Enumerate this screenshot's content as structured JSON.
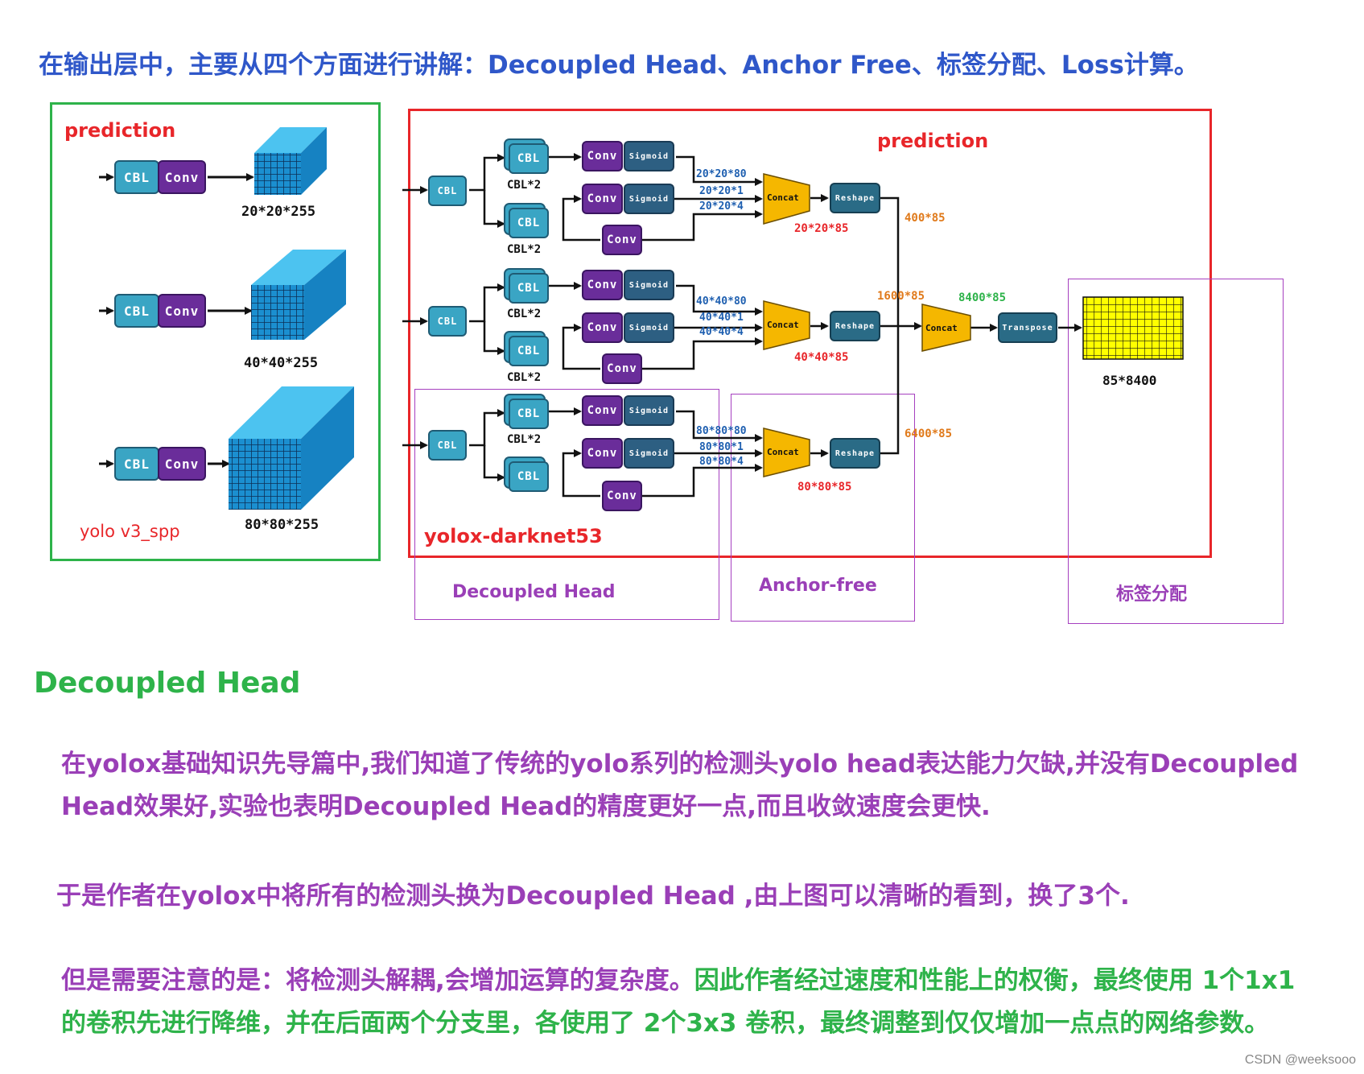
{
  "title": "在输出层中，主要从四个方面进行讲解：Decoupled Head、Anchor Free、标签分配、Loss计算。",
  "left_panel": {
    "label": "prediction",
    "footer": "yolo v3_spp",
    "rows": [
      {
        "cbl": "CBL",
        "conv": "Conv",
        "size": "20*20*255"
      },
      {
        "cbl": "CBL",
        "conv": "Conv",
        "size": "40*40*255"
      },
      {
        "cbl": "CBL",
        "conv": "Conv",
        "size": "80*80*255"
      }
    ]
  },
  "right_panel": {
    "label": "prediction",
    "footer": "yolox-darknet53",
    "rows": [
      {
        "cbl": "CBL",
        "branch_top": "CBL",
        "branch_top_cap": "CBL*2",
        "branch_bottom": "CBL",
        "branch_bottom_cap": "CBL*2",
        "conv1": "Conv",
        "sig1": "Sigmoid",
        "conv2": "Conv",
        "sig2": "Sigmoid",
        "conv3": "Conv",
        "out1": "20*20*80",
        "out2": "20*20*1",
        "out3": "20*20*4",
        "concat": "Concat",
        "concat_out": "20*20*85",
        "reshape": "Reshape",
        "flat": "400*85"
      },
      {
        "cbl": "CBL",
        "branch_top": "CBL",
        "branch_top_cap": "CBL*2",
        "branch_bottom": "CBL",
        "branch_bottom_cap": "CBL*2",
        "conv1": "Conv",
        "sig1": "Sigmoid",
        "conv2": "Conv",
        "sig2": "Sigmoid",
        "conv3": "Conv",
        "out1": "40*40*80",
        "out2": "40*40*1",
        "out3": "40*40*4",
        "concat": "Concat",
        "concat_out": "40*40*85",
        "reshape": "Reshape",
        "flat": "1600*85"
      },
      {
        "cbl": "CBL",
        "branch_top": "CBL",
        "branch_top_cap": "CBL*2",
        "branch_bottom": "CBL",
        "branch_bottom_cap": "",
        "conv1": "Conv",
        "sig1": "Sigmoid",
        "conv2": "Conv",
        "sig2": "Sigmoid",
        "conv3": "Conv",
        "out1": "80*80*80",
        "out2": "80*80*1",
        "out3": "80*80*4",
        "concat": "Concat",
        "concat_out": "80*80*85",
        "reshape": "Reshape",
        "flat": "6400*85"
      }
    ],
    "final_concat": "Concat",
    "final_concat_out": "8400*85",
    "transpose": "Transpose",
    "output_size": "85*8400"
  },
  "section_labels": {
    "decoupled": "Decoupled Head",
    "anchor": "Anchor-free",
    "assign": "标签分配"
  },
  "heading": "Decoupled Head",
  "paragraphs": {
    "p1_line1": "在yolox基础知识先导篇中,我们知道了传统的yolo系列的检测头yolo head表达能力欠缺,并没有Decoupled",
    "p1_line2": "Head效果好,实验也表明Decoupled Head的精度更好一点,而且收敛速度会更快.",
    "p2": "于是作者在yolox中将所有的检测头换为Decoupled Head ,由上图可以清晰的看到，换了3个.",
    "p3_line1_a": "但是需要注意的是：将检测头解耦,会增加运算的复杂度。",
    "p3_line1_b": "因此作者经过速度和性能上的权衡，最终使用 1个1x1",
    "p3_line2": "的卷积先进行降维，并在后面两个分支里，各使用了 2个3x3 卷积，最终调整到仅仅增加一点点的网络参数。"
  },
  "credit": "CSDN @weeksooo",
  "colors": {
    "title_blue": "#2f57c9",
    "green": "#2eb34a",
    "red": "#e8262a",
    "purple": "#9a3fb7",
    "cube_blue": "#29a9e0",
    "concat_yellow": "#f5b700",
    "grid_yellow": "#ffff00",
    "dim_blue": "#1e5fb0",
    "flat_orange": "#e07a1b"
  }
}
